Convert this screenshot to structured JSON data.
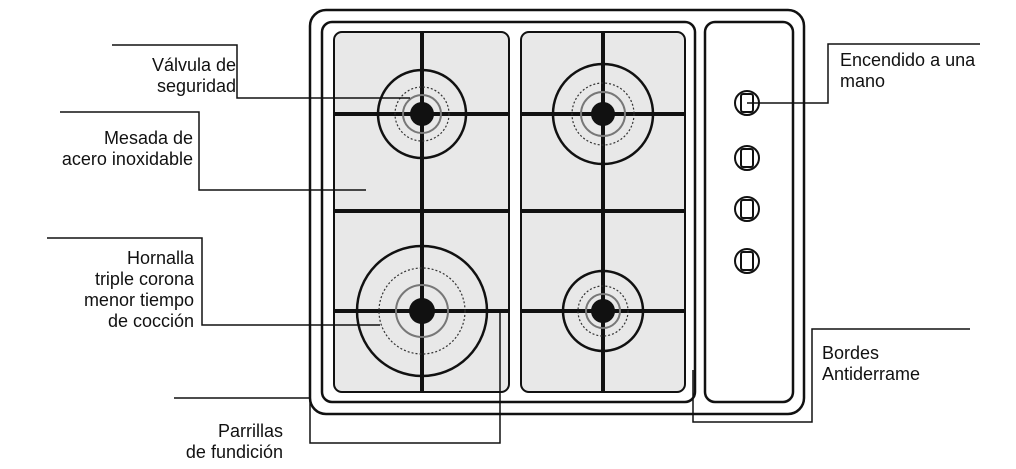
{
  "colors": {
    "line": "#111111",
    "plate_fill": "#e8e8e8",
    "ring": "#777777",
    "background": "#ffffff"
  },
  "labels": {
    "valvula": [
      "Válvula de",
      "seguridad"
    ],
    "mesada": [
      "Mesada de",
      "acero inoxidable"
    ],
    "hornalla": [
      "Hornalla",
      "triple corona",
      "menor tiempo",
      "de cocción"
    ],
    "parrillas": [
      "Parrillas",
      "de fundición"
    ],
    "encendido": [
      "Encendido a una",
      "mano"
    ],
    "bordes": [
      "Bordes",
      "Antiderrame"
    ]
  },
  "burners": [
    {
      "position": "top-left",
      "type": "standard"
    },
    {
      "position": "top-right",
      "type": "standard"
    },
    {
      "position": "bottom-left",
      "type": "triple-corona"
    },
    {
      "position": "bottom-right",
      "type": "standard"
    }
  ],
  "knobs": {
    "count": 4,
    "icon": "knob-icon"
  }
}
